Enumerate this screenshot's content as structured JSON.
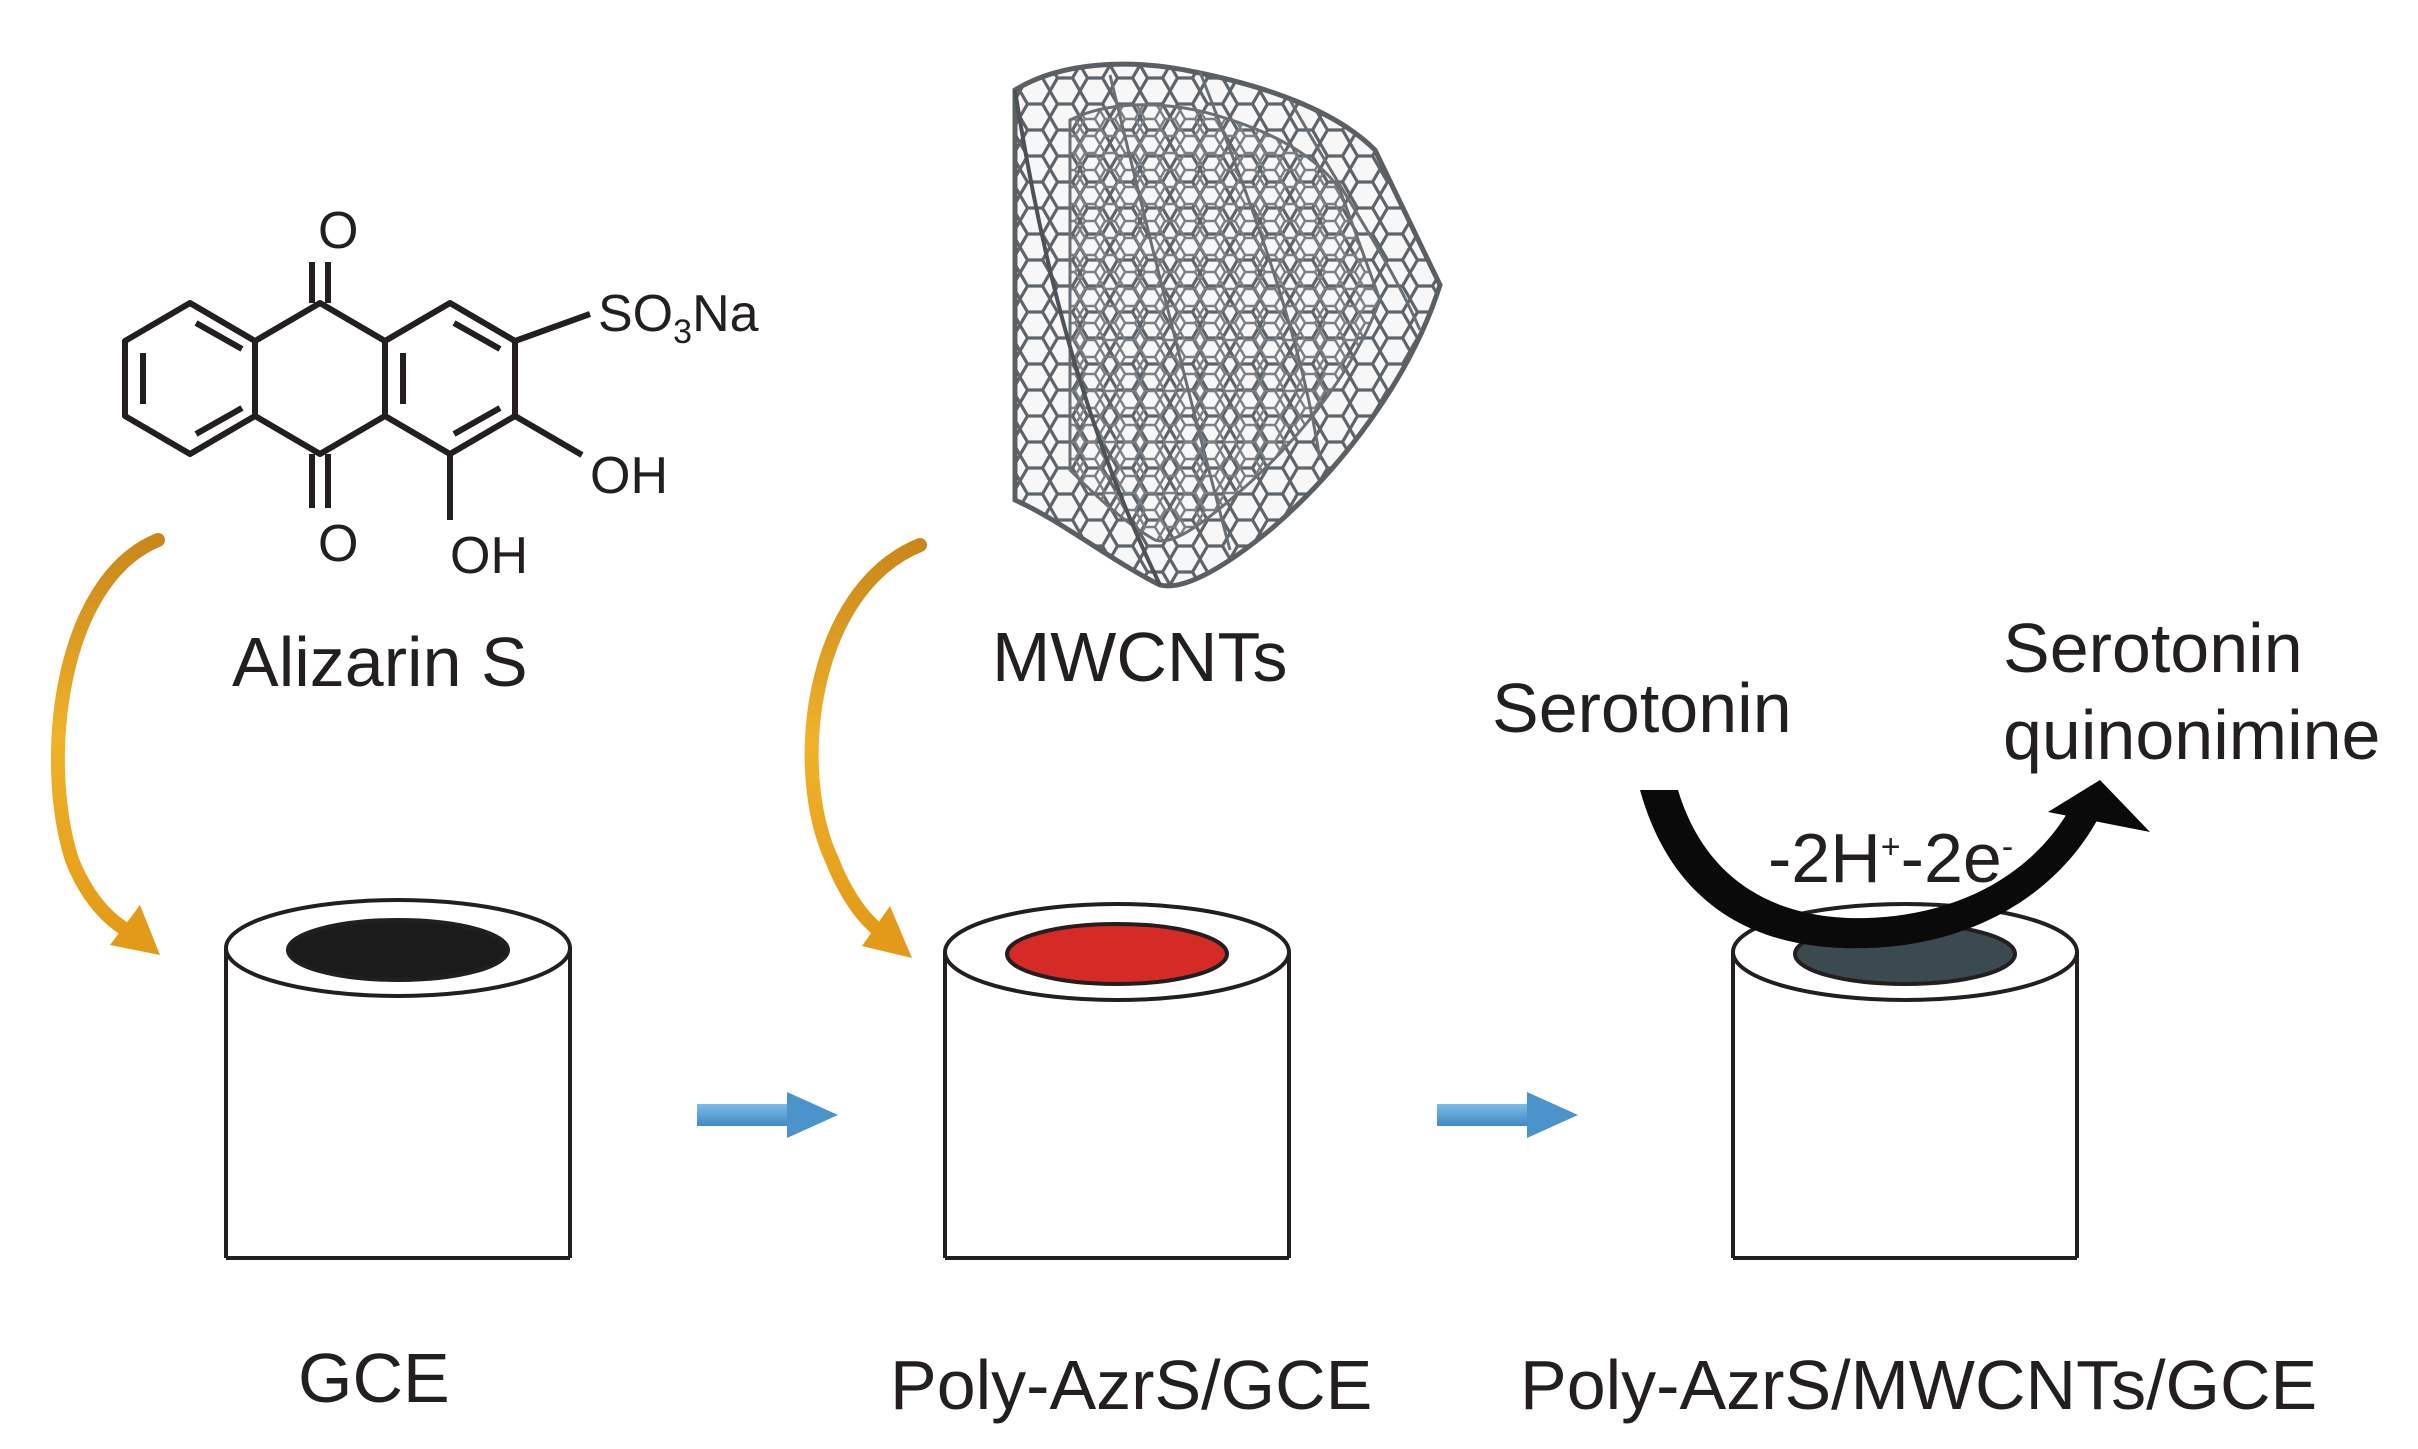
{
  "molecule": {
    "name": "Alizarin S",
    "atoms": {
      "top_o": "O",
      "bottom_o": "O",
      "so3na_a": "SO",
      "so3na_sub": "3",
      "so3na_b": "Na",
      "oh_right": "OH",
      "oh_bottom": "OH"
    }
  },
  "nanotube": {
    "name": "MWCNTs"
  },
  "electrodes": [
    {
      "label": "GCE",
      "surface_color": "#1b1b1b"
    },
    {
      "label": "Poly-AzrS/GCE",
      "surface_color": "#d62a26"
    },
    {
      "label": "Poly-AzrS/MWCNTs/GCE",
      "surface_color": "#3b4950"
    }
  ],
  "reaction": {
    "reactant": "Serotonin",
    "product_line1": "Serotonin",
    "product_line2": "quinonimine",
    "loss_a": "-2H",
    "loss_sup_a": "+",
    "loss_b": "-2e",
    "loss_sup_b": "-"
  },
  "colors": {
    "curved_arrow": "#e3a21a",
    "step_arrow": "#5ba3d6",
    "reaction_arrow": "#0a0a0a",
    "tube": "#6e7378"
  }
}
